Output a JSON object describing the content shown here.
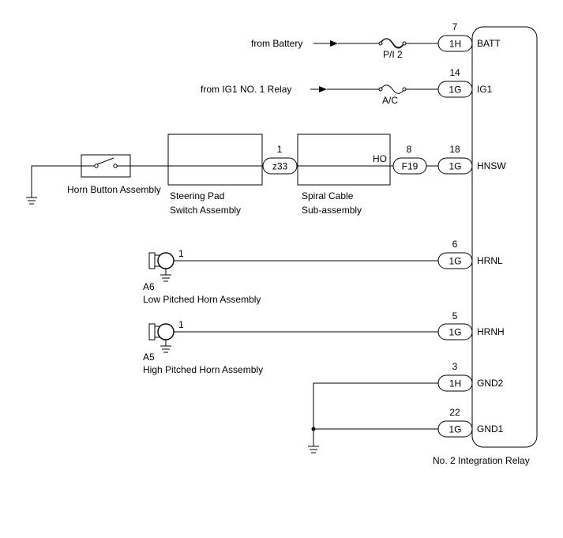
{
  "relay": {
    "name": "No. 2 Integration Relay",
    "pins": [
      {
        "id": "batt",
        "number": "7",
        "connector": "1H",
        "name": "BATT"
      },
      {
        "id": "ig1",
        "number": "14",
        "connector": "1G",
        "name": "IG1"
      },
      {
        "id": "hnsw",
        "number": "18",
        "connector": "1G",
        "name": "HNSW"
      },
      {
        "id": "hrnl",
        "number": "6",
        "connector": "1G",
        "name": "HRNL"
      },
      {
        "id": "hrnh",
        "number": "5",
        "connector": "1G",
        "name": "HRNH"
      },
      {
        "id": "gnd2",
        "number": "3",
        "connector": "1H",
        "name": "GND2"
      },
      {
        "id": "gnd1",
        "number": "22",
        "connector": "1G",
        "name": "GND1"
      }
    ]
  },
  "sources": {
    "battery": "from Battery",
    "ig1_relay": "from IG1 NO. 1 Relay"
  },
  "fuses": {
    "pi2": "P/I 2",
    "ac": "A/C"
  },
  "components": {
    "horn_button": "Horn Button Assembly",
    "steering_pad_line1": "Steering Pad",
    "steering_pad_line2": "Switch Assembly",
    "spiral_cable_line1": "Spiral Cable",
    "spiral_cable_line2": "Sub-assembly",
    "low_horn": {
      "code": "A6",
      "name": "Low Pitched Horn Assembly",
      "pin": "1"
    },
    "high_horn": {
      "code": "A5",
      "name": "High Pitched Horn Assembly",
      "pin": "1"
    }
  },
  "connectors": {
    "z33": {
      "label": "z33",
      "pin": "1"
    },
    "spiral_out": "HO",
    "f19": {
      "label": "F19",
      "pin": "8"
    }
  }
}
